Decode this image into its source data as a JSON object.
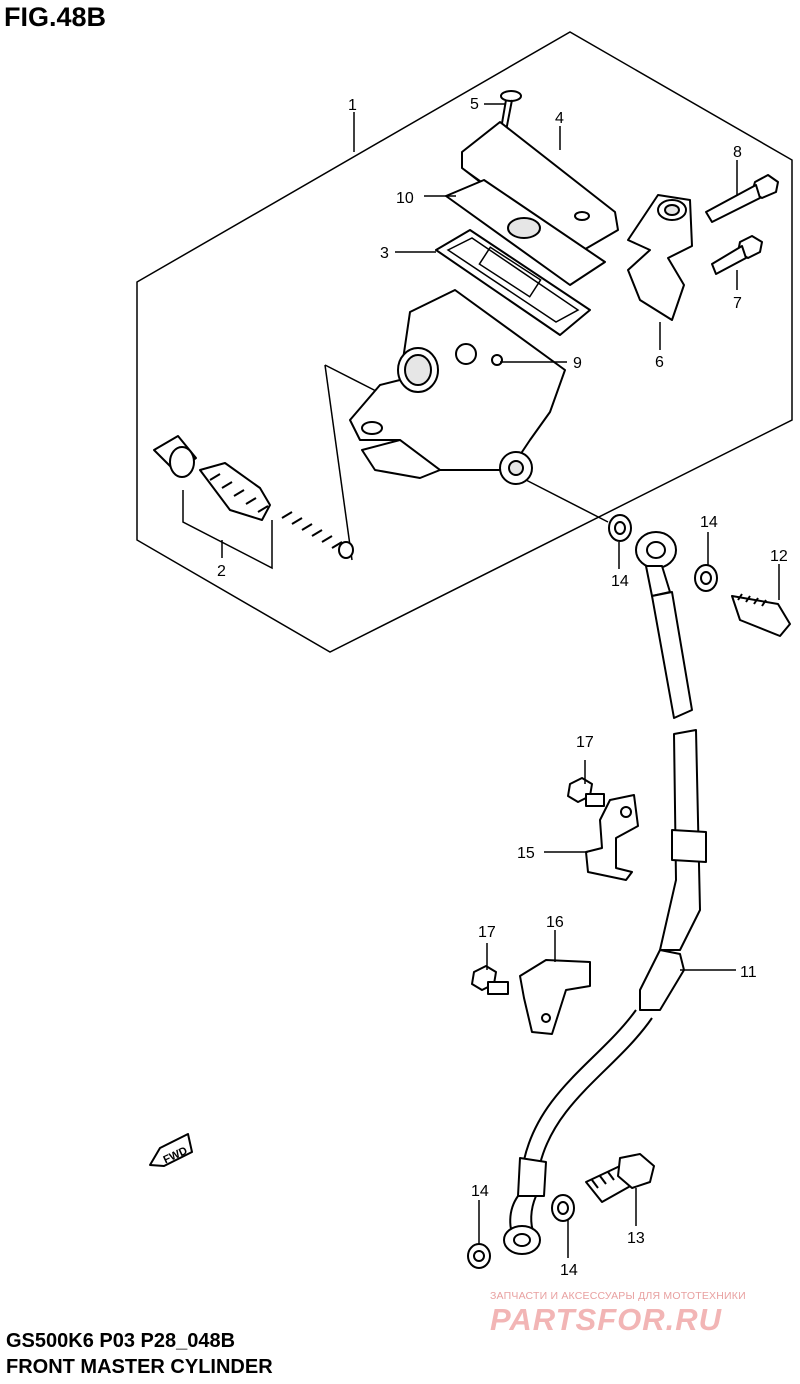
{
  "figure": {
    "title": "FIG.48B",
    "code": "GS500K6 P03 P28_048B",
    "name": "FRONT MASTER CYLINDER"
  },
  "callouts": {
    "c1": "1",
    "c2": "2",
    "c3": "3",
    "c4": "4",
    "c5": "5",
    "c6": "6",
    "c7": "7",
    "c8": "8",
    "c9": "9",
    "c10": "10",
    "c11": "11",
    "c12": "12",
    "c13": "13",
    "c14a": "14",
    "c14b": "14",
    "c14c": "14",
    "c14d": "14",
    "c15": "15",
    "c16": "16",
    "c17a": "17",
    "c17b": "17"
  },
  "fwd_label": "FWD",
  "watermark": {
    "tagline": "ЗАПЧАСТИ И АКСЕССУАРЫ ДЛЯ МОТОТЕХНИКИ",
    "logo": "PARTSFOR.RU"
  }
}
